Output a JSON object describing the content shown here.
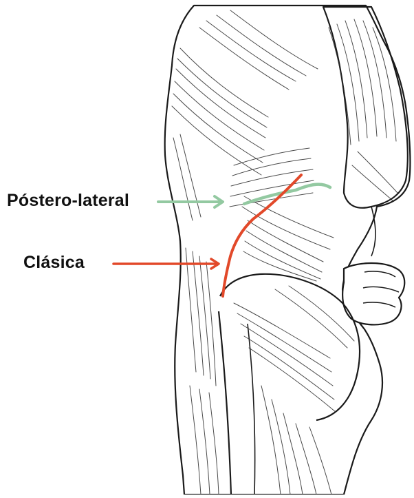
{
  "diagram": {
    "subject": "posterior-lateral view of hip and thigh musculature",
    "labels": {
      "posterolateral": "Póstero-lateral",
      "clasica": "Clásica"
    }
  },
  "colors": {
    "posterolateral_incision": "#93c9a1",
    "clasica_incision": "#e2492a",
    "line_art": "#1a1a1a"
  },
  "icons": {
    "figure": "anatomy-hip-illustration",
    "posterolateral_arrow": "arrow-right",
    "clasica_arrow": "arrow-right"
  }
}
